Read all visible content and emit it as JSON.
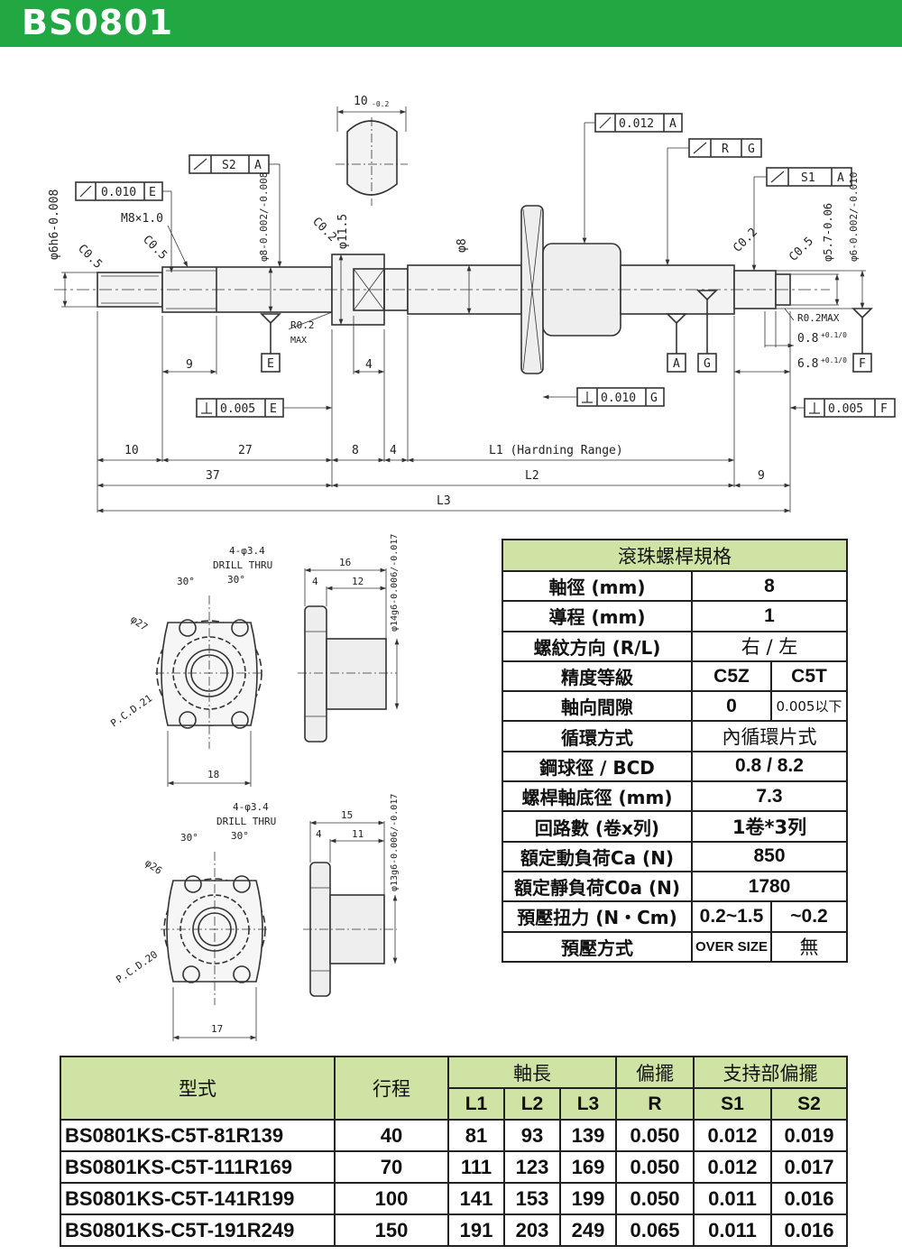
{
  "header": {
    "title": "BS0801"
  },
  "drawing": {
    "top_labels": {
      "d6h6": "φ6h6-0.008",
      "c05a": "C0.5",
      "c05b": "C0.5",
      "m8": "M8×1.0",
      "tol1": "0.010",
      "datumE": "E",
      "s2": "S2",
      "datumA1": "A",
      "d8tol": "φ8-0.002/-0.008",
      "c02a": "C0.2",
      "d115": "φ11.5",
      "w10": "10",
      "w10tol": "-0.2",
      "d8": "φ8",
      "tol012": "0.012",
      "datumA2": "A",
      "r": "R",
      "g": "G",
      "s1": "S1",
      "datumA3": "A",
      "c02b": "C0.2",
      "c05c": "C0.5",
      "d57": "φ5.7-0.06",
      "d6tol": "φ6-0.002/-0.010",
      "r02": "R0.2",
      "max": "MAX",
      "r02max": "R0.2MAX",
      "d9": "9",
      "e": "E",
      "d4": "4",
      "a": "A",
      "g2": "G",
      "w08": "0.8",
      "w08tol": "+0.1/0",
      "w68": "6.8",
      "w68tol": "+0.1/0",
      "f": "F",
      "perp005e": "0.005",
      "perpE": "E",
      "perp010": "0.010",
      "perpG": "G",
      "perp005f": "0.005",
      "perpF": "F",
      "dim10": "10",
      "dim27": "27",
      "dim8": "8",
      "dim4": "4",
      "l1": "L1 (Hardning Range)",
      "dim37": "37",
      "l2": "L2",
      "dim9": "9",
      "l3": "L3"
    },
    "nut1": {
      "drill": "4-φ3.4",
      "thru": "DRILL THRU",
      "a30a": "30°",
      "a30b": "30°",
      "d27": "φ27",
      "pcd": "P.C.D.21",
      "w18": "18",
      "w16": "16",
      "w4": "4",
      "w12": "12",
      "d14": "φ14g6-0.006/-0.017"
    },
    "nut2": {
      "drill": "4-φ3.4",
      "thru": "DRILL THRU",
      "a30a": "30°",
      "a30b": "30°",
      "d26": "φ26",
      "pcd": "P.C.D.20",
      "w17": "17",
      "w15": "15",
      "w4": "4",
      "w11": "11",
      "d13": "φ13g6-0.006/-0.017"
    }
  },
  "spec": {
    "title": "滾珠螺桿規格",
    "rows": [
      {
        "label": "軸徑 (mm)",
        "value": "8"
      },
      {
        "label": "導程 (mm)",
        "value": "1"
      },
      {
        "label": "螺紋方向 (R/L)",
        "value": "右 / 左"
      },
      {
        "label": "精度等級",
        "a": "C5Z",
        "b": "C5T"
      },
      {
        "label": "軸向間隙",
        "a": "0",
        "b": "0.005以下"
      },
      {
        "label": "循環方式",
        "value": "內循環片式"
      },
      {
        "label": "鋼球徑 / BCD",
        "value": "0.8 / 8.2"
      },
      {
        "label": "螺桿軸底徑 (mm)",
        "value": "7.3"
      },
      {
        "label": "回路數 (卷x列)",
        "value": "1卷*3列"
      },
      {
        "label": "額定動負荷Ca  (N)",
        "value": "850"
      },
      {
        "label": "額定靜負荷C0a  (N)",
        "value": "1780"
      },
      {
        "label": "預壓扭力  (N・Cm)",
        "a": "0.2~1.5",
        "b": "~0.2"
      },
      {
        "label": "預壓方式",
        "a": "OVER SIZE",
        "b": "無"
      }
    ]
  },
  "models": {
    "headers": {
      "type": "型式",
      "stroke": "行程",
      "length": "軸長",
      "runout": "偏擺",
      "support": "支持部偏擺",
      "l1": "L1",
      "l2": "L2",
      "l3": "L3",
      "r": "R",
      "s1": "S1",
      "s2": "S2"
    },
    "rows": [
      [
        "BS0801KS-C5T-81R139",
        "40",
        "81",
        "93",
        "139",
        "0.050",
        "0.012",
        "0.019"
      ],
      [
        "BS0801KS-C5T-111R169",
        "70",
        "111",
        "123",
        "169",
        "0.050",
        "0.012",
        "0.017"
      ],
      [
        "BS0801KS-C5T-141R199",
        "100",
        "141",
        "153",
        "199",
        "0.050",
        "0.011",
        "0.016"
      ],
      [
        "BS0801KS-C5T-191R249",
        "150",
        "191",
        "203",
        "249",
        "0.065",
        "0.011",
        "0.016"
      ]
    ]
  }
}
